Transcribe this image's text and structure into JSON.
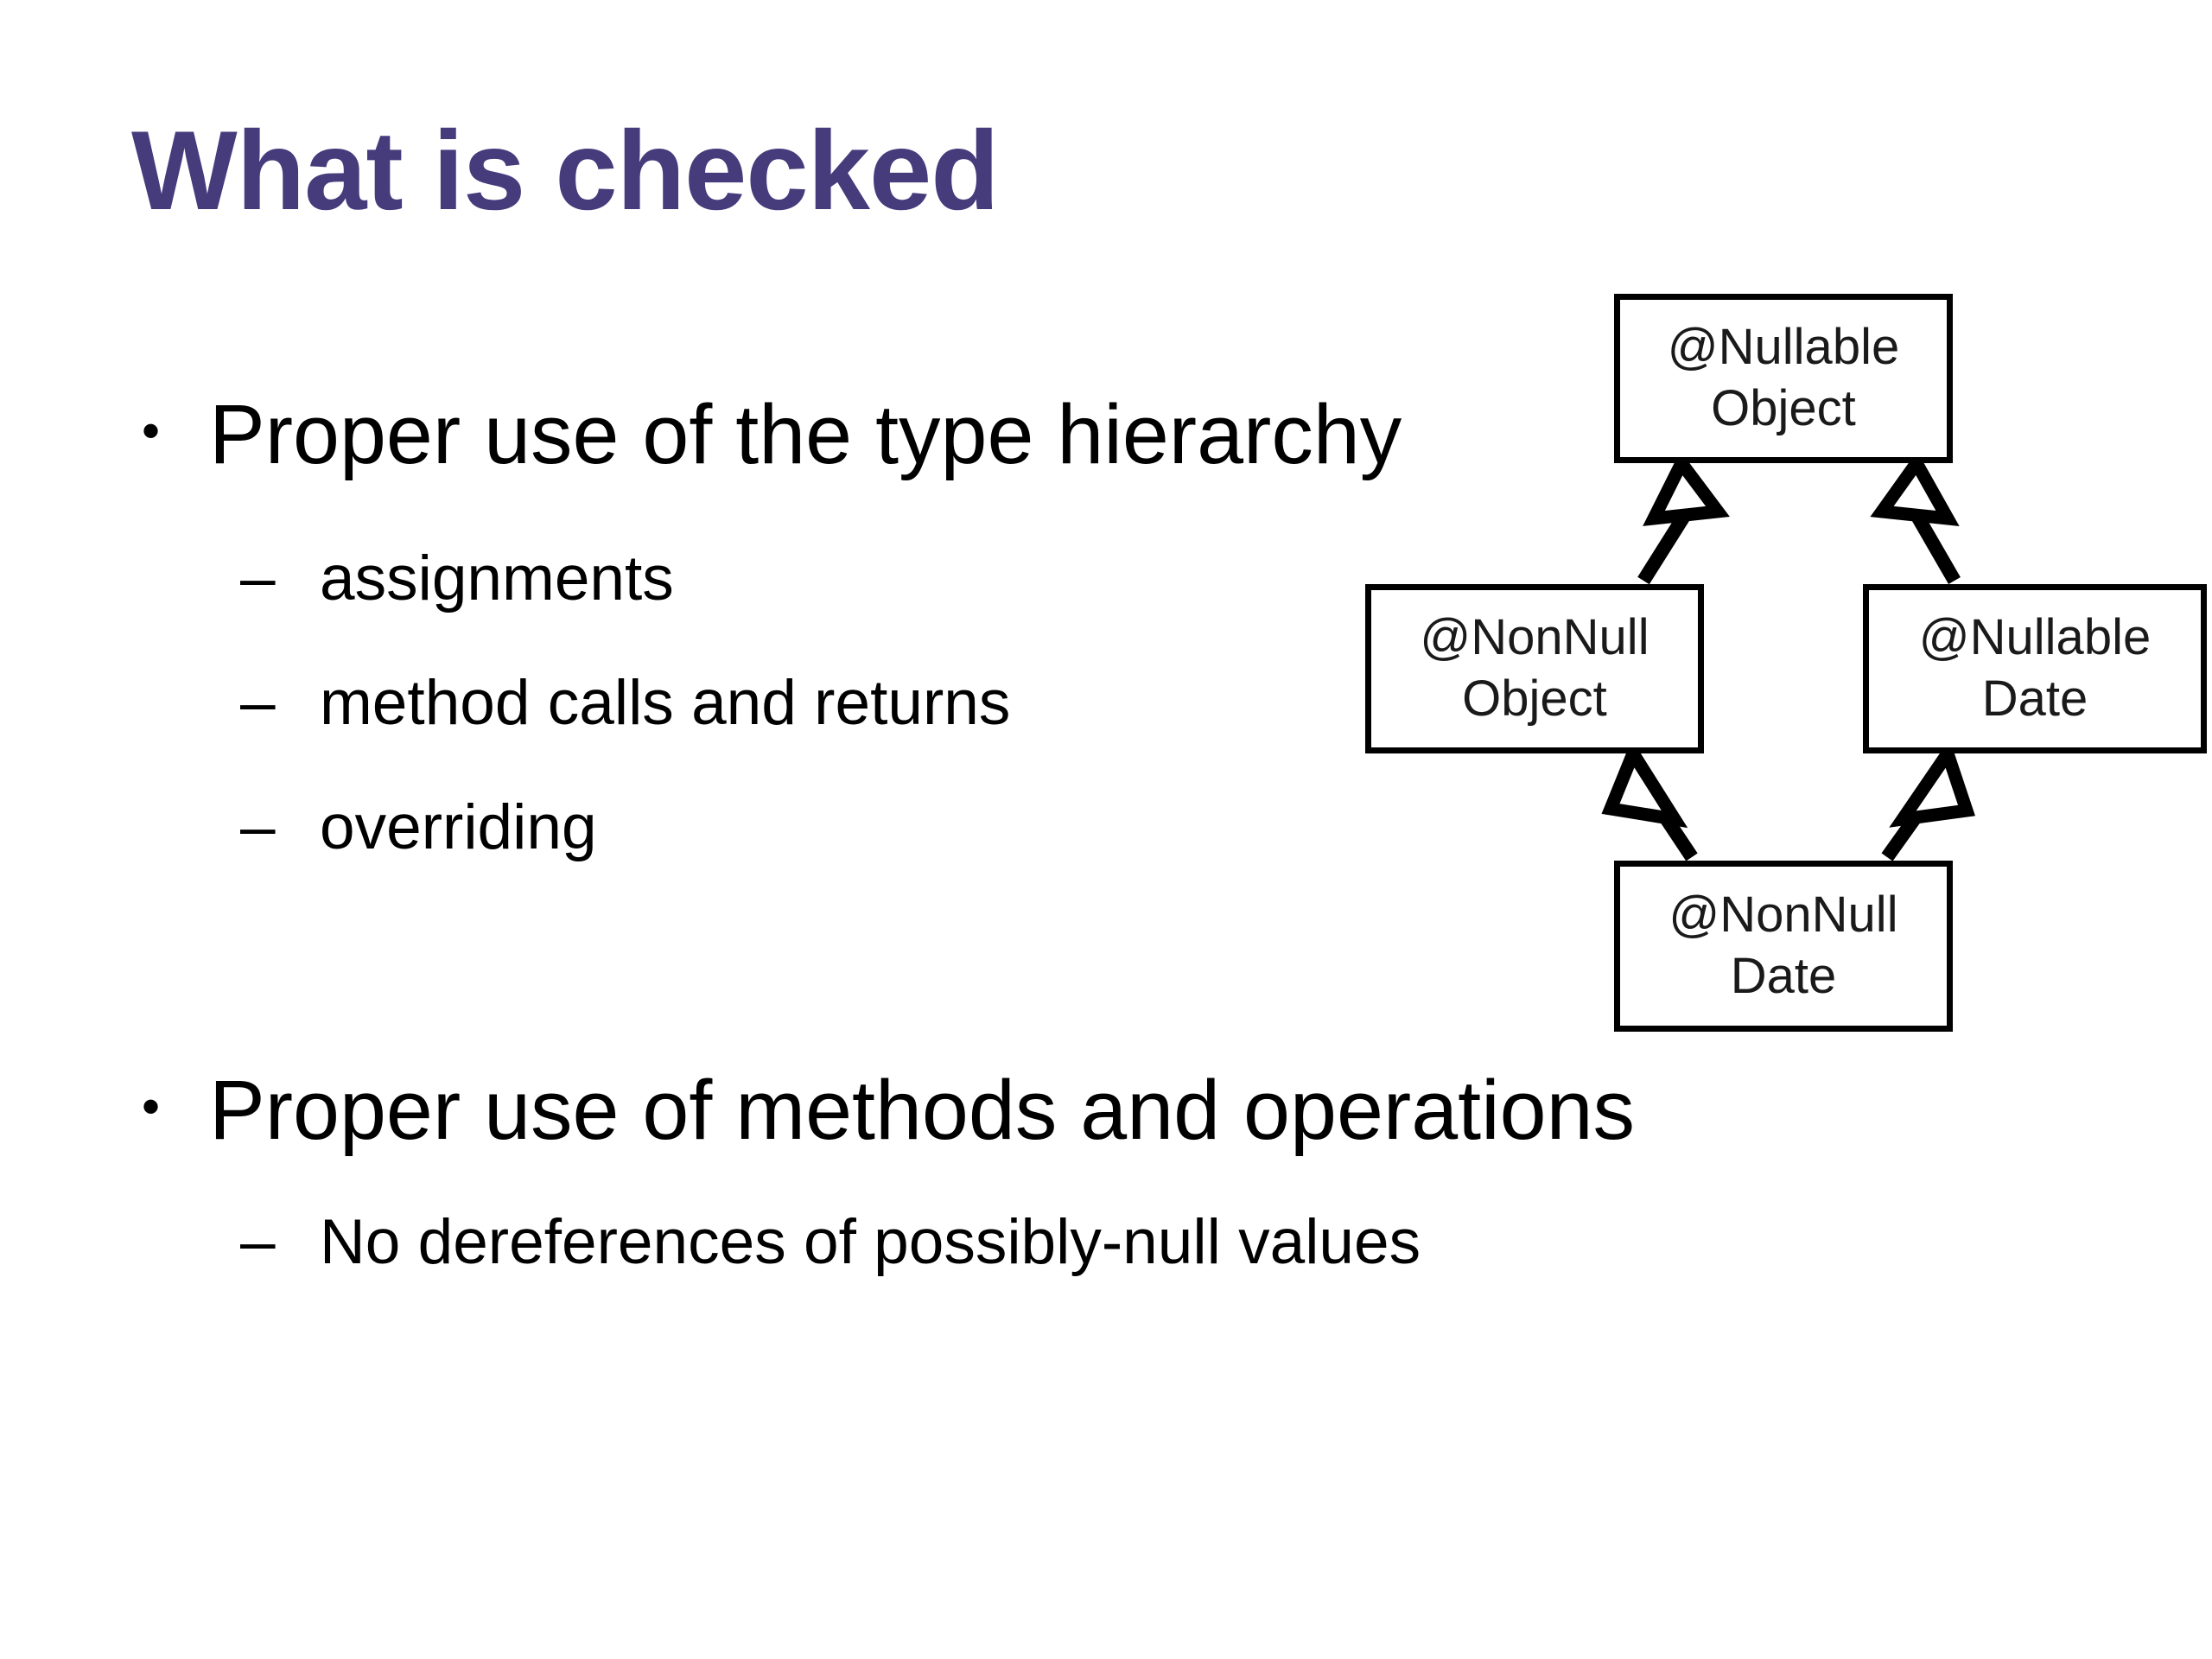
{
  "slide": {
    "title": "What is checked",
    "title_color": "#463C7C",
    "background_color": "#FFFFFF",
    "text_color": "#000000"
  },
  "bullets": [
    {
      "marker": "•",
      "text": "Proper use of the type hierarchy",
      "sub": [
        {
          "marker": "–",
          "text": "assignments"
        },
        {
          "marker": "–",
          "text": "method calls and returns"
        },
        {
          "marker": "–",
          "text": "overriding"
        }
      ]
    },
    {
      "marker": "•",
      "text": "Proper use of methods and operations",
      "sub": [
        {
          "marker": "–",
          "text": "No dereferences of possibly-null values"
        }
      ]
    }
  ],
  "diagram": {
    "kind": "type-hierarchy-lattice",
    "arrow_style": "hollow-triangle-generalization",
    "line_color": "#000000",
    "nodes": [
      {
        "id": "nullable-object",
        "line1": "@Nullable",
        "line2": "Object"
      },
      {
        "id": "nonnull-object",
        "line1": "@NonNull",
        "line2": "Object"
      },
      {
        "id": "nullable-date",
        "line1": "@Nullable",
        "line2": "Date"
      },
      {
        "id": "nonnull-date",
        "line1": "@NonNull",
        "line2": "Date"
      }
    ],
    "edges": [
      {
        "from": "nonnull-object",
        "to": "nullable-object"
      },
      {
        "from": "nullable-date",
        "to": "nullable-object"
      },
      {
        "from": "nonnull-date",
        "to": "nonnull-object"
      },
      {
        "from": "nonnull-date",
        "to": "nullable-date"
      }
    ]
  }
}
